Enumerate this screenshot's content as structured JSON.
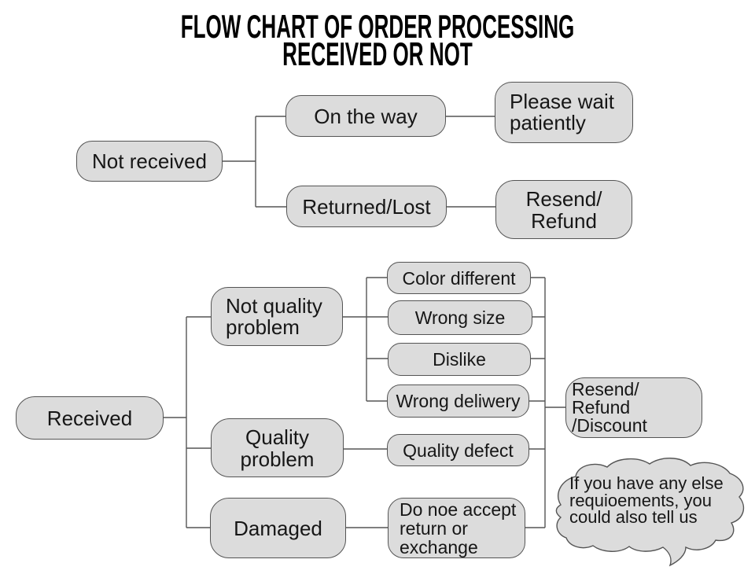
{
  "title": {
    "line1": "FLOW CHART OF ORDER PROCESSING",
    "line2": "RECEIVED OR NOT"
  },
  "nodes": {
    "not_received": "Not received",
    "on_the_way": "On the way",
    "please_wait": "Please wait\npatiently",
    "returned_lost": "Returned/Lost",
    "resend_refund": "Resend/\nRefund",
    "received": "Received",
    "not_quality_problem": "Not quality\nproblem",
    "quality_problem": "Quality\nproblem",
    "damaged": "Damaged",
    "color_different": "Color different",
    "wrong_size": "Wrong size",
    "dislike": "Dislike",
    "wrong_deliwery": "Wrong deliwery",
    "quality_defect": "Quality defect",
    "do_noe_accept": "Do noe accept\nreturn or\nexchange",
    "resend_refund_discount": "Resend/ Refund\n/Discount"
  },
  "speech_bubble": {
    "text": "If you have any else\nrequioements, you\ncould also tell us"
  },
  "edges": [
    {
      "from": "not_received",
      "to": "on_the_way"
    },
    {
      "from": "not_received",
      "to": "returned_lost"
    },
    {
      "from": "on_the_way",
      "to": "please_wait"
    },
    {
      "from": "returned_lost",
      "to": "resend_refund"
    },
    {
      "from": "received",
      "to": "not_quality_problem"
    },
    {
      "from": "received",
      "to": "quality_problem"
    },
    {
      "from": "received",
      "to": "damaged"
    },
    {
      "from": "not_quality_problem",
      "to": "color_different"
    },
    {
      "from": "not_quality_problem",
      "to": "wrong_size"
    },
    {
      "from": "not_quality_problem",
      "to": "dislike"
    },
    {
      "from": "not_quality_problem",
      "to": "wrong_deliwery"
    },
    {
      "from": "quality_problem",
      "to": "quality_defect"
    },
    {
      "from": "damaged",
      "to": "do_noe_accept"
    },
    {
      "from": "color_different",
      "to": "resend_refund_discount"
    },
    {
      "from": "wrong_size",
      "to": "resend_refund_discount"
    },
    {
      "from": "dislike",
      "to": "resend_refund_discount"
    },
    {
      "from": "wrong_deliwery",
      "to": "resend_refund_discount"
    },
    {
      "from": "quality_defect",
      "to": "resend_refund_discount"
    },
    {
      "from": "do_noe_accept",
      "to": "resend_refund_discount"
    }
  ],
  "colors": {
    "background": "#ffffff",
    "node_fill": "#dcdcdc",
    "node_border": "#545454",
    "connector": "#555555",
    "text": "#161616",
    "title_text": "#000000"
  }
}
